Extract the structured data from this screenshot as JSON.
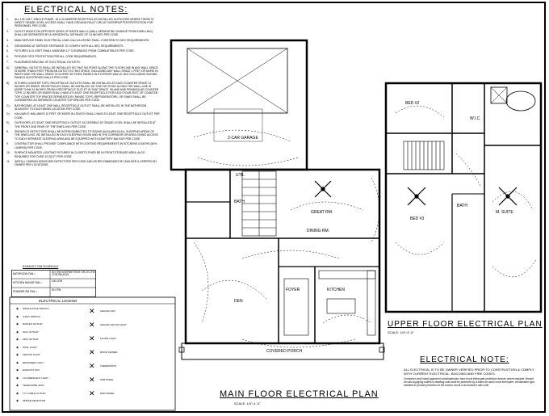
{
  "electrical_notes": {
    "title": "ELECTRICAL NOTES:",
    "items": [
      {
        "num": "1.",
        "text": "ALL 125 VOLT, SINGLE PHASE, 15 & 20 AMPERE RECEPTACLES INSTALLED OUTDOORS WHERE THERE IS DIRECT GRADE LEVEL ACCESS SHALL HAVE GROUND-FAULT CIRCUIT INTERRUPTER PROTECTION FOR PERSONNEL PER CODE."
      },
      {
        "num": "2.",
        "text": "OUTLET BOXES ON OPPOSITE SIDES OF RATED WALLS (WALL SEPARATING GARAGE FROM DWELLING) SHALL BE SEPARATED BY A HORIZONTAL DISTANCE OF 24 INCHES PER CODE."
      },
      {
        "num": "3.",
        "text": "MAIN SERVICE PANEL ELECTRICAL LOAD CALCULATIONS SHALL CONFORM TO NEC REQUIREMENTS."
      },
      {
        "num": "4.",
        "text": "GROUNDING AT SERVICE ENTRANCE TO COMPLY WITH ALL NEC REQUIREMENTS."
      },
      {
        "num": "5.",
        "text": "FIXTURES & CLOSET SHALL MAINTAIN 12\" CLEARANCE FROM COMBUSTIBLES PER CODE."
      },
      {
        "num": "6.",
        "text": "PROVIDE GFCI PROTECTION PER ALL CODE REQUIREMENTS."
      },
      {
        "num": "7.",
        "text": "PLACEMENT/SPACING OF ELECTRICAL OUTLETS:"
      },
      {
        "num": "A)",
        "text": "GENERAL: OUTLETS SHALL BE INSTALLED SO THAT NO POINT ALONG THE FLOOR LINE IN ANY WALL SPACE IS MORE THAN 6 FEET FROM AN OUTLET IN THAT SPACE, INCLUDING ANY WALL SPACE 2 FEET OR MORE IN WIDTH AND THE WALL SPACE OCCUPIED BY FIXED PANELS IN EXTERIOR WALLS, BUT EXCLUDING SLIDING PANELS IN EXTERIOR WALLS PER CODE."
      },
      {
        "num": "B)",
        "text": "KITCHEN COUNTER TOPS: RECEPTACLE OUTLETS SHALL BE INSTALLED AT EACH COUNTER SPACE 12 INCHES OR WIDER. RECEPTACLES SHALL BE INSTALLED SO THAT NO POINT ALONG THE WALL LINE IS MORE THAN 24 INCHES FROM A RECEPTACLE OUTLET IN THAT SPACE. ISLAND AND PENINSULAR COUNTER TOPS 12 INCHES OR WIDER SHALL HAVE AT LEAST ONE RECEPTACLE FOR EACH FOUR FEET OF COUNTER TOP. COUNTER TOP SPACES SEPARATED BY RANGE TOPS, REFRIGERATORS, OR SINKS SHALL BE CONSIDERED AS SEPARATE COUNTER TOP SPACES PER CODE."
      },
      {
        "num": "C)",
        "text": "BATHROOMS: AT LEAST ONE WALL RECEPTACLE OUTLET SHALL BE INSTALLED IN THE BATHROOM ADJACENT TO EACH BASIN LOCATION PER CODE."
      },
      {
        "num": "D)",
        "text": "HALLWAYS: HALLWAYS 10 FEET OR MORE IN LENGTH SHALL HAVE AT LEAST ONE RECEPTACLE OUTLET PER CODE."
      },
      {
        "num": "E)",
        "text": "OUTDOORS: AT LEAST ONE RECEPTACLE OUTLET ACCESSIBLE AT GRADE LEVEL SHALL BE INSTALLED AT THE FRONT AND REAR OF THE DWELLING PER CODE."
      },
      {
        "num": "8.",
        "text": "SMOKE/CO DETECTORS SHALL BE INTERCONNECTED TO SOUND AN ALARM IN ALL SLEEPING AREAS OF THE DWELLING. BE INSTALLED IN EACH SLEEPING ROOM AND IN THE CORRIDOR OR AREA GIVING ACCESS TO EACH SEPARATE SLEEPING AREA AND BE EQUIPPED WITH A BATTERY BACKUP PER CODE."
      },
      {
        "num": "9.",
        "text": "CONTRACTOR SHALL PROVIDE COMPLIANCE WITH LIGHTING REQUIREMENTS IN KITCHENS & BATHS (50% LUMENS) PER CODE."
      },
      {
        "num": "10.",
        "text": "SURFACE MOUNTED LIGHTING FIXTURES IN CLOSETS FIXED BE IN FRONT STORAGE AREA. ALSO REQUIRED FOR OVER 10 SQ FT PER CODE."
      },
      {
        "num": "11.",
        "text": "INSTALL CARBON MONOXIDE DETECTORS PER CODE AND AS RECOMMENDED BY BUILDER & VERIFIED BY OWNER PER LOCATIONS."
      }
    ]
  },
  "schedule": {
    "header": "EXHAUST FAN SCHEDULE",
    "rows": [
      {
        "label": "BATHROOM FAN =",
        "value": "50 CFM INTERMITTENT OR 20 CFM CONTINUOUS"
      },
      {
        "label": "KITCHEN RANGE FAN =",
        "value": "100 CFM"
      },
      {
        "label": "POWDER RM FAN =",
        "value": "50 CFM"
      }
    ]
  },
  "legend": {
    "title": "ELECTRICAL LEGEND",
    "left_items": [
      "SINGLE POLE SWITCH",
      "3-WAY SWITCH",
      "DUPLEX OUTLET",
      "GFCI OUTLET",
      "220V OUTLET",
      "WALL LIGHT",
      "CEILING LIGHT",
      "RECESSED LIGHT",
      "EXHAUST FAN",
      "FLUORESCENT LIGHT",
      "TELEPHONE JACK",
      "TV / CABLE OUTLET",
      "SMOKE DETECTOR"
    ],
    "right_items": [
      "CEILING FAN",
      "CEILING FAN W/ LIGHT",
      "FLOOD LIGHT",
      "DOOR CHIMES",
      "THERMOSTAT",
      "SUB PANEL",
      "MAIN PANEL"
    ]
  },
  "main_floor": {
    "title": "MAIN FLOOR ELECTRICAL PLAN",
    "scale": "SCALE: 1/4\"=1'-0\"",
    "rooms": {
      "garage": "2-CAR GARAGE",
      "great_rm": "GREAT RM.",
      "dining": "DINING RM.",
      "den": "DEN",
      "kitchen": "KITCHEN",
      "porch": "COVERED PORCH",
      "bath": "BATH",
      "util": "UTIL",
      "foyer": "FOYER"
    }
  },
  "upper_floor": {
    "title": "UPPER FLOOR ELECTRICAL PLAN",
    "scale": "SCALE: 1/4\"=1'-0\"",
    "rooms": {
      "bed2": "BED #2",
      "bed3": "BED #3",
      "suite": "M. SUITE",
      "bath": "BATH",
      "wic": "W.I.C."
    }
  },
  "general_note": {
    "title": "ELECTRICAL NOTE:",
    "text": "ALL ELECTRICAL IS TO BE OWNER VERIFIED PRIOR TO CONSTRUCTION & COMPLY WITH CURRENT ELECTRICAL, BUILDING AND FIRE CODES.",
    "sub": "Contractor shall install approved combination/arc fault circuit interrupter protection devices where required. Branch circuits supplying outlets in dwelling units shall be protected by a listed arc-fault circuit interrupter, combination type, installed to provide protection of the branch circuit in accordance with code."
  }
}
